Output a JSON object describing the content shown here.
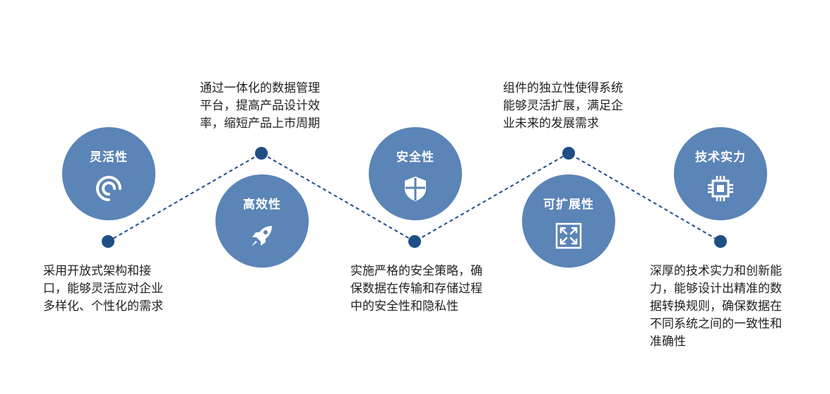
{
  "features": [
    {
      "title": "灵活性",
      "icon": "swirl-icon",
      "desc": [
        "采用开放式架构和接",
        "口，能够灵活应对企业",
        "多样化、个性化的需求"
      ]
    },
    {
      "title": "高效性",
      "icon": "rocket-icon",
      "desc": [
        "通过一体化的数据管理",
        "平台，提高产品设计效",
        "率，缩短产品上市周期"
      ]
    },
    {
      "title": "安全性",
      "icon": "shield-icon",
      "desc": [
        "实施严格的安全策略，确",
        "保数据在传输和存储过程",
        "中的安全性和隐私性"
      ]
    },
    {
      "title": "可扩展性",
      "icon": "expand-icon",
      "desc": [
        "组件的独立性使得系统",
        "能够灵活扩展，满足企",
        "业未来的发展需求"
      ]
    },
    {
      "title": "技术实力",
      "icon": "chip-icon",
      "desc": [
        "深厚的技术实力和创新能",
        "力，能够设计出精准的数",
        "据转换规则，确保数据在",
        "不同系统之间的一致性和",
        "准确性"
      ]
    }
  ],
  "colors": {
    "circle": "#5b84b7",
    "line": "#1f4e85",
    "node": "#1f4e85"
  }
}
